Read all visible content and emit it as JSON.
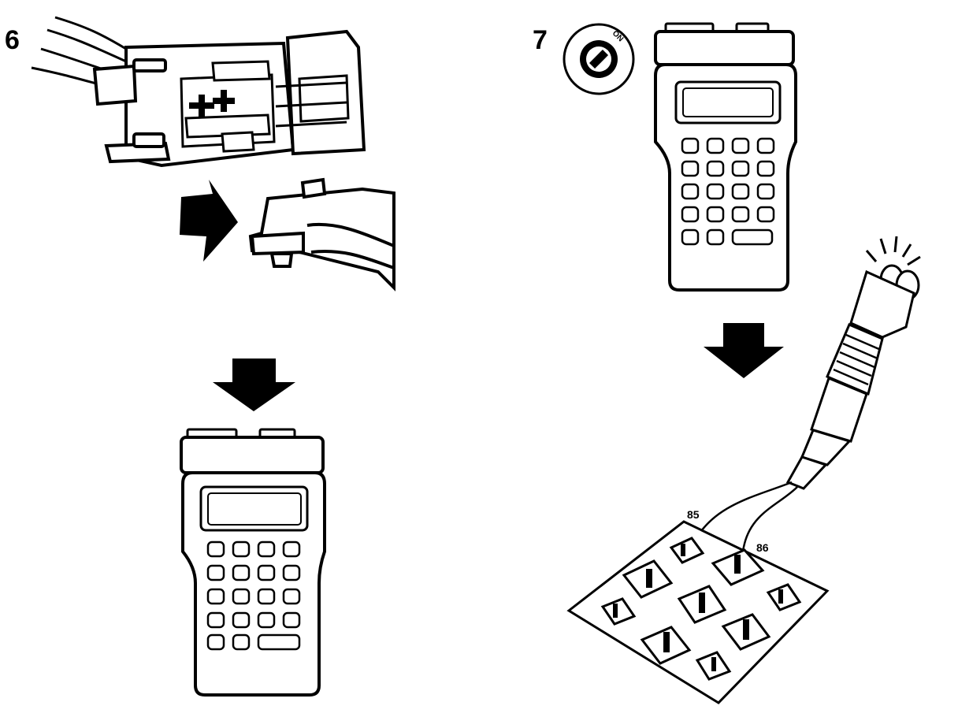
{
  "steps": [
    {
      "number": "6"
    },
    {
      "number": "7",
      "ignition_label": "ON"
    }
  ],
  "pins": [
    "85",
    "86"
  ],
  "colors": {
    "ink": "#000000",
    "paper": "#ffffff"
  }
}
